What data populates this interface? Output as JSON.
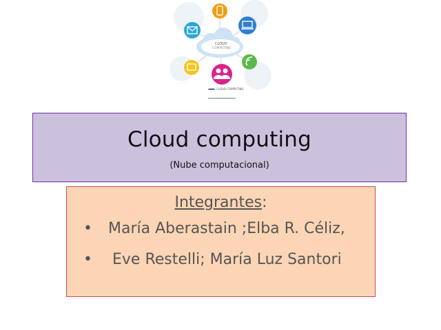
{
  "illustration": {
    "cloud_text_line1": "CLOUD",
    "cloud_text_line2": "COMPUTING",
    "footer_brand": "CLOUD COMPUTING",
    "colors": {
      "mail": "#2aa6d8",
      "phone": "#f39c12",
      "laptop": "#2f7fd1",
      "wifi": "#5cb84a",
      "people": "#d9238a",
      "tablet": "#f5c518"
    }
  },
  "title": {
    "main": "Cloud computing",
    "sub": "(Nube computacional)"
  },
  "members": {
    "heading_underlined": "Integrantes",
    "heading_suffix": ":",
    "bullet": "•",
    "lines": [
      "María Aberastain ;Elba R. Céliz,",
      "Eve Restelli; María Luz Santori"
    ]
  },
  "colors": {
    "title_bg": "#ccc1dd",
    "title_border": "#7030a0",
    "members_bg": "#fbd5b5",
    "members_border": "#c0504d"
  }
}
